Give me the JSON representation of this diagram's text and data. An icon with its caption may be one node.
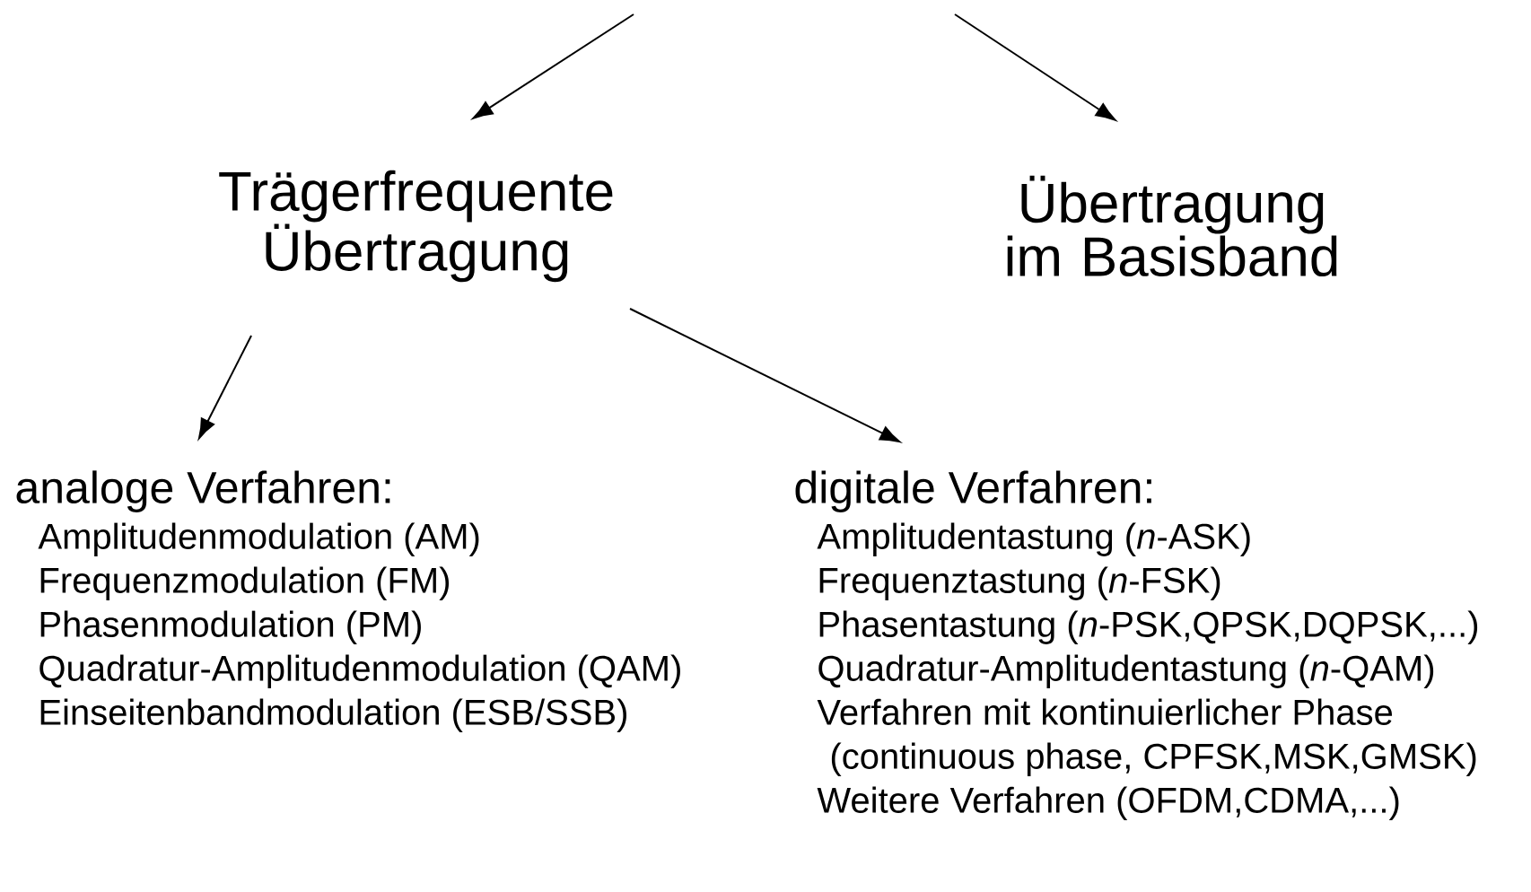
{
  "diagram": {
    "nodes": [
      {
        "text": [
          "Trägerfrequente Übertragung"
        ]
      },
      {
        "text": [
          "Übertragung im Basisband"
        ]
      },
      {
        "text": [
          "analoge Verfahren:",
          "Amplitudenmodulation (AM)",
          "Frequenzmodulation (FM)",
          "Phasenmodulation (PM)",
          "Quadratur-Amplitudenmodulation (QAM)",
          "Einseitenbandmodulation (ESB/SSB)"
        ]
      },
      {
        "text": [
          "digitale Verfahren:",
          "Amplitudentastung (*n*-ASK)",
          "Frequenztastung (*n*-FSK)",
          "Phasentastung (*n*-PSK,QPSK,DQPSK,...)",
          "Quadratur-Amplitudentastung (*n*-QAM)",
          "Verfahren mit kontinuierlicher Phase (continuous phase, CPFSK,MSK,GMSK)",
          "Weitere Verfahren (OFDM,CDMA,...)"
        ]
      }
    ],
    "edges": [
      {
        "from": null,
        "to": 0,
        "arrow": "to"
      },
      {
        "from": null,
        "to": 1,
        "arrow": "to"
      },
      {
        "from": 0,
        "to": 2,
        "arrow": "to"
      },
      {
        "from": 0,
        "to": 3,
        "arrow": "to"
      }
    ]
  }
}
